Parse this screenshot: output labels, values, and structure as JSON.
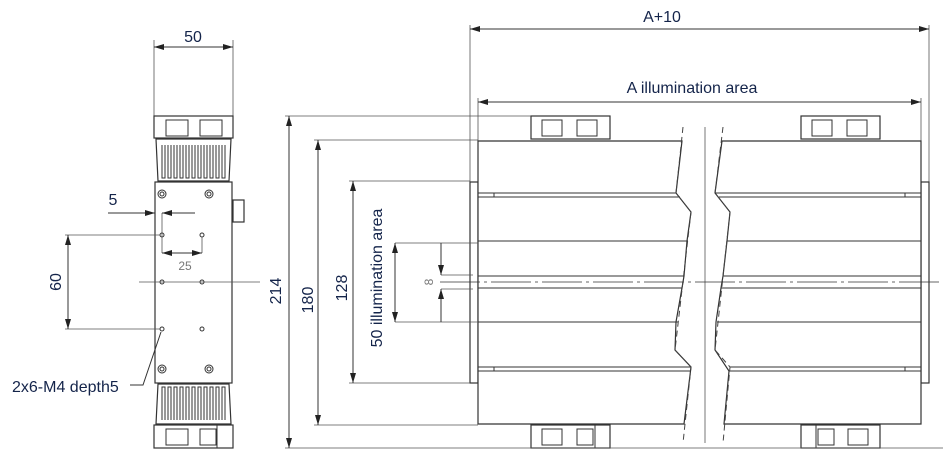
{
  "drawing": {
    "front_view": {
      "width_dim": "50",
      "offset_dim": "5",
      "hole_spacing_dim": "25",
      "vertical_spacing_dim": "60",
      "hole_note": "2x6-M4 depth5"
    },
    "side_view": {
      "overall_length_dim": "A+10",
      "illumination_length_dim": "A illumination area",
      "height_214": "214",
      "height_180": "180",
      "height_128": "128",
      "illumination_height_dim": "50 illumination area",
      "slit_dim": "8"
    },
    "colors": {
      "line": "#333333",
      "text": "#14244a"
    }
  }
}
